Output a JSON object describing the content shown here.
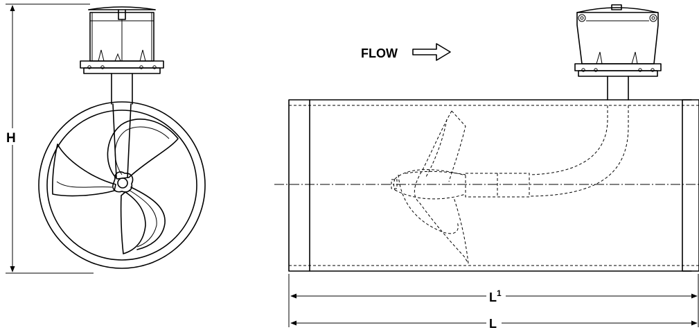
{
  "labels": {
    "height": "H",
    "flow": "FLOW",
    "length_inner_base": "L",
    "length_inner_sup": "1",
    "length_overall": "L"
  }
}
